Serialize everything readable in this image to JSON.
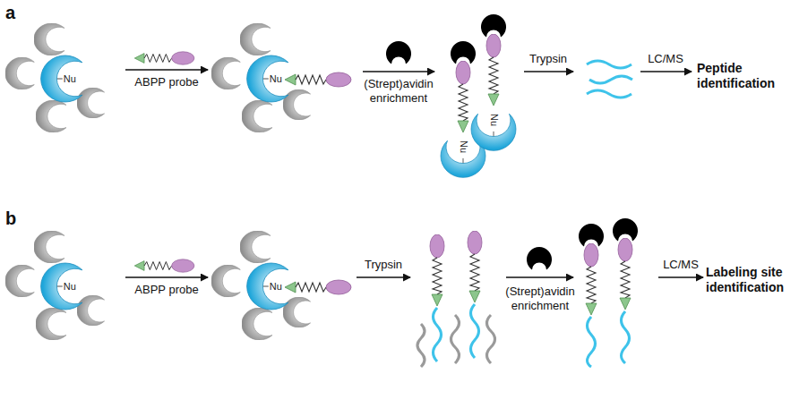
{
  "diagram": {
    "nodes": [
      {
        "text": [
          "Nu"
        ]
      },
      {
        "text": [
          "Nu"
        ]
      },
      {
        "text": [
          "Nu"
        ]
      },
      {
        "text": [
          "Nu"
        ]
      },
      {
        "text": [
          "Nu"
        ]
      },
      {
        "text": [
          "Nu"
        ]
      }
    ],
    "labels": [
      "a",
      "ABPP probe",
      "(Strept)avidin enrichment",
      "Trypsin",
      "LC/MS",
      "Peptide identification",
      "b",
      "ABPP probe",
      "Trypsin",
      "(Strept)avidin enrichment",
      "LC/MS",
      "Labeling site identification"
    ]
  }
}
